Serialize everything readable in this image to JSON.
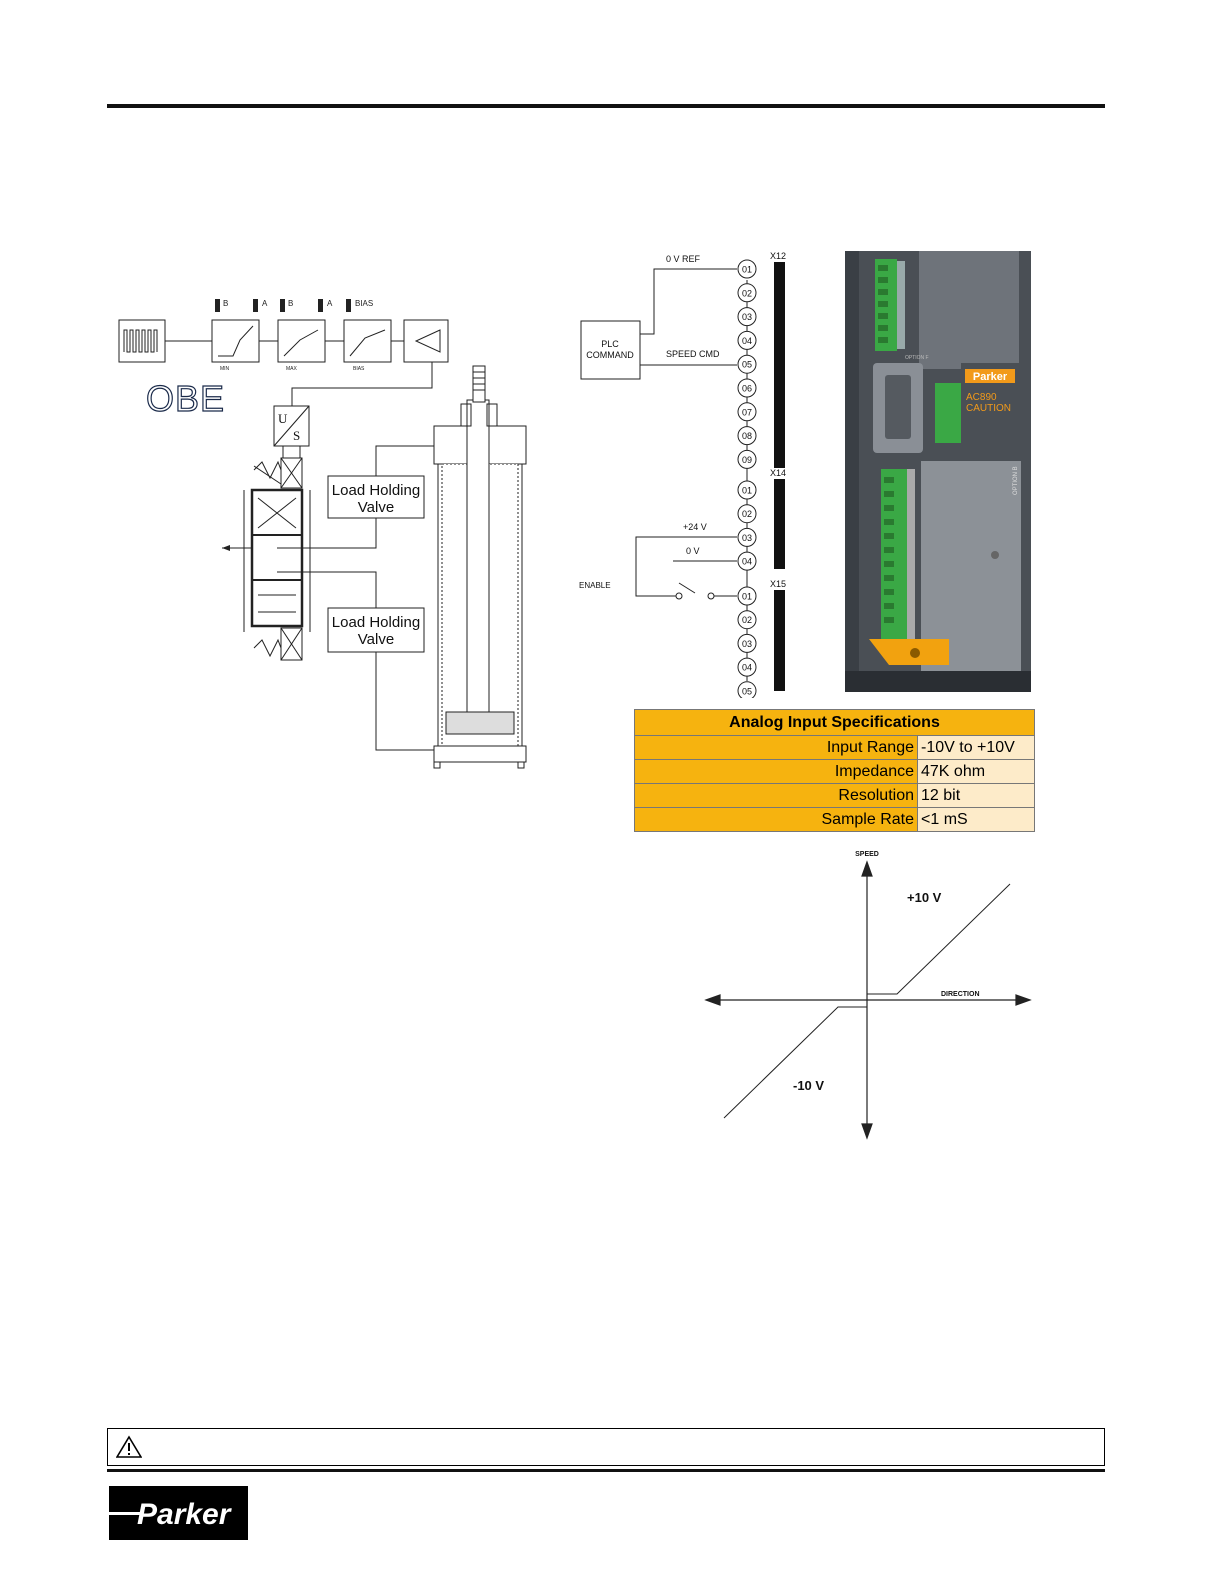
{
  "diagram_left": {
    "block_labels": {
      "b1": "B",
      "a1": "A",
      "b2": "B",
      "a2": "A",
      "bias_top": "BIAS",
      "min": "MIN",
      "max": "MAX",
      "bias": "BIAS"
    },
    "obe": "OBE",
    "us_u": "U",
    "us_s": "S",
    "valve_top": [
      "Load Holding",
      "Valve"
    ],
    "valve_bottom": [
      "Load Holding",
      "Valve"
    ]
  },
  "wiring": {
    "ov_ref": "0 V REF",
    "plc": [
      "PLC",
      "COMMAND"
    ],
    "speed_cmd": "SPEED CMD",
    "plus24": "+24 V",
    "zero_v": "0 V",
    "enable": "ENABLE",
    "x12": "X12",
    "x14": "X14",
    "x15": "X15",
    "x12_pins": [
      "01",
      "02",
      "03",
      "04",
      "05",
      "06",
      "07",
      "08",
      "09"
    ],
    "x14_pins": [
      "01",
      "02",
      "03",
      "04"
    ],
    "x15_pins": [
      "01",
      "02",
      "03",
      "04",
      "05"
    ]
  },
  "photo": {
    "brand": "Parker",
    "model": "AC890",
    "caution": "CAUTION",
    "option_f": "OPTION F",
    "option_b": "OPTION B"
  },
  "specs": {
    "title": "Analog Input Specifications",
    "rows": [
      {
        "label": "Input Range",
        "value": "-10V to +10V"
      },
      {
        "label": "Impedance",
        "value": "47K ohm"
      },
      {
        "label": "Resolution",
        "value": "12 bit"
      },
      {
        "label": "Sample Rate",
        "value": "<1 mS"
      }
    ]
  },
  "graph": {
    "y_label": "SPEED",
    "x_label": "DIRECTION",
    "pos": "+10 V",
    "neg": "-10 V"
  },
  "footer": {
    "logo_text": "Parker",
    "warning_icon": "warning-triangle-icon"
  }
}
